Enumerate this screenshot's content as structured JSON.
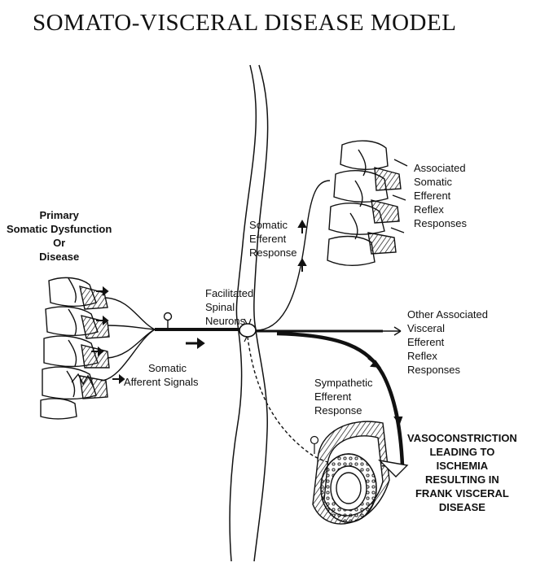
{
  "title": "SOMATO-VISCERAL DISEASE MODEL",
  "labels": {
    "primary": [
      "Primary",
      "Somatic Dysfunction",
      "Or",
      "Disease"
    ],
    "somatic_afferent": [
      "Somatic",
      "Afferent  Signals"
    ],
    "facilitated": [
      "Facilitated",
      "Spinal",
      "Neurons"
    ],
    "somatic_efferent": [
      "Somatic",
      "Efferent",
      "Response"
    ],
    "associated_somatic": [
      "Associated",
      "Somatic",
      "Efferent",
      "Reflex",
      "Responses"
    ],
    "other_visceral": [
      "Other Associated",
      "Visceral",
      "Efferent",
      "Reflex",
      "Responses"
    ],
    "sympathetic": [
      "Sympathetic",
      "Efferent",
      "Response"
    ],
    "vasoconstriction": [
      "VASOCONSTRICTION",
      "LEADING TO",
      "ISCHEMIA",
      "RESULTING  IN",
      "FRANK  VISCERAL",
      "DISEASE"
    ]
  },
  "colors": {
    "ink": "#111111",
    "background": "#ffffff"
  },
  "icons": [
    "vertebral-column-left-icon",
    "vertebral-column-right-icon",
    "spinal-cord-icon",
    "blood-vessel-icon"
  ]
}
